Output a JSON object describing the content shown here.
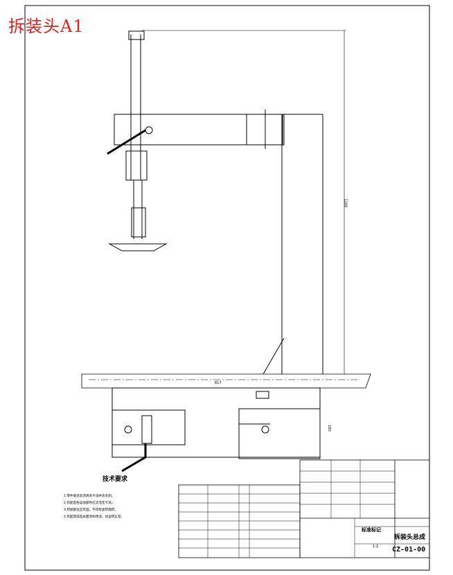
{
  "drawing": {
    "title_label": "拆装头A1",
    "tech_requirements_title": "技术要求",
    "tech_notes": [
      "1.零件安装前须清洗干净并去毛刺。",
      "2.装配后各运动部件应灵活无卡滞。",
      "3.焊接部位应牢固，不得有虚焊漏焊。",
      "4.装配完成后表面涂防锈漆，试运转正常。"
    ],
    "title_block": {
      "name": "拆装头总成",
      "code": "CZ-01-00",
      "std_mark": "标准标记",
      "scale": "1:2"
    },
    "dimensions": {
      "height": "1200",
      "width": "817",
      "section_height": "180"
    },
    "colors": {
      "title_red": "#e0201c",
      "line": "#000000"
    }
  }
}
